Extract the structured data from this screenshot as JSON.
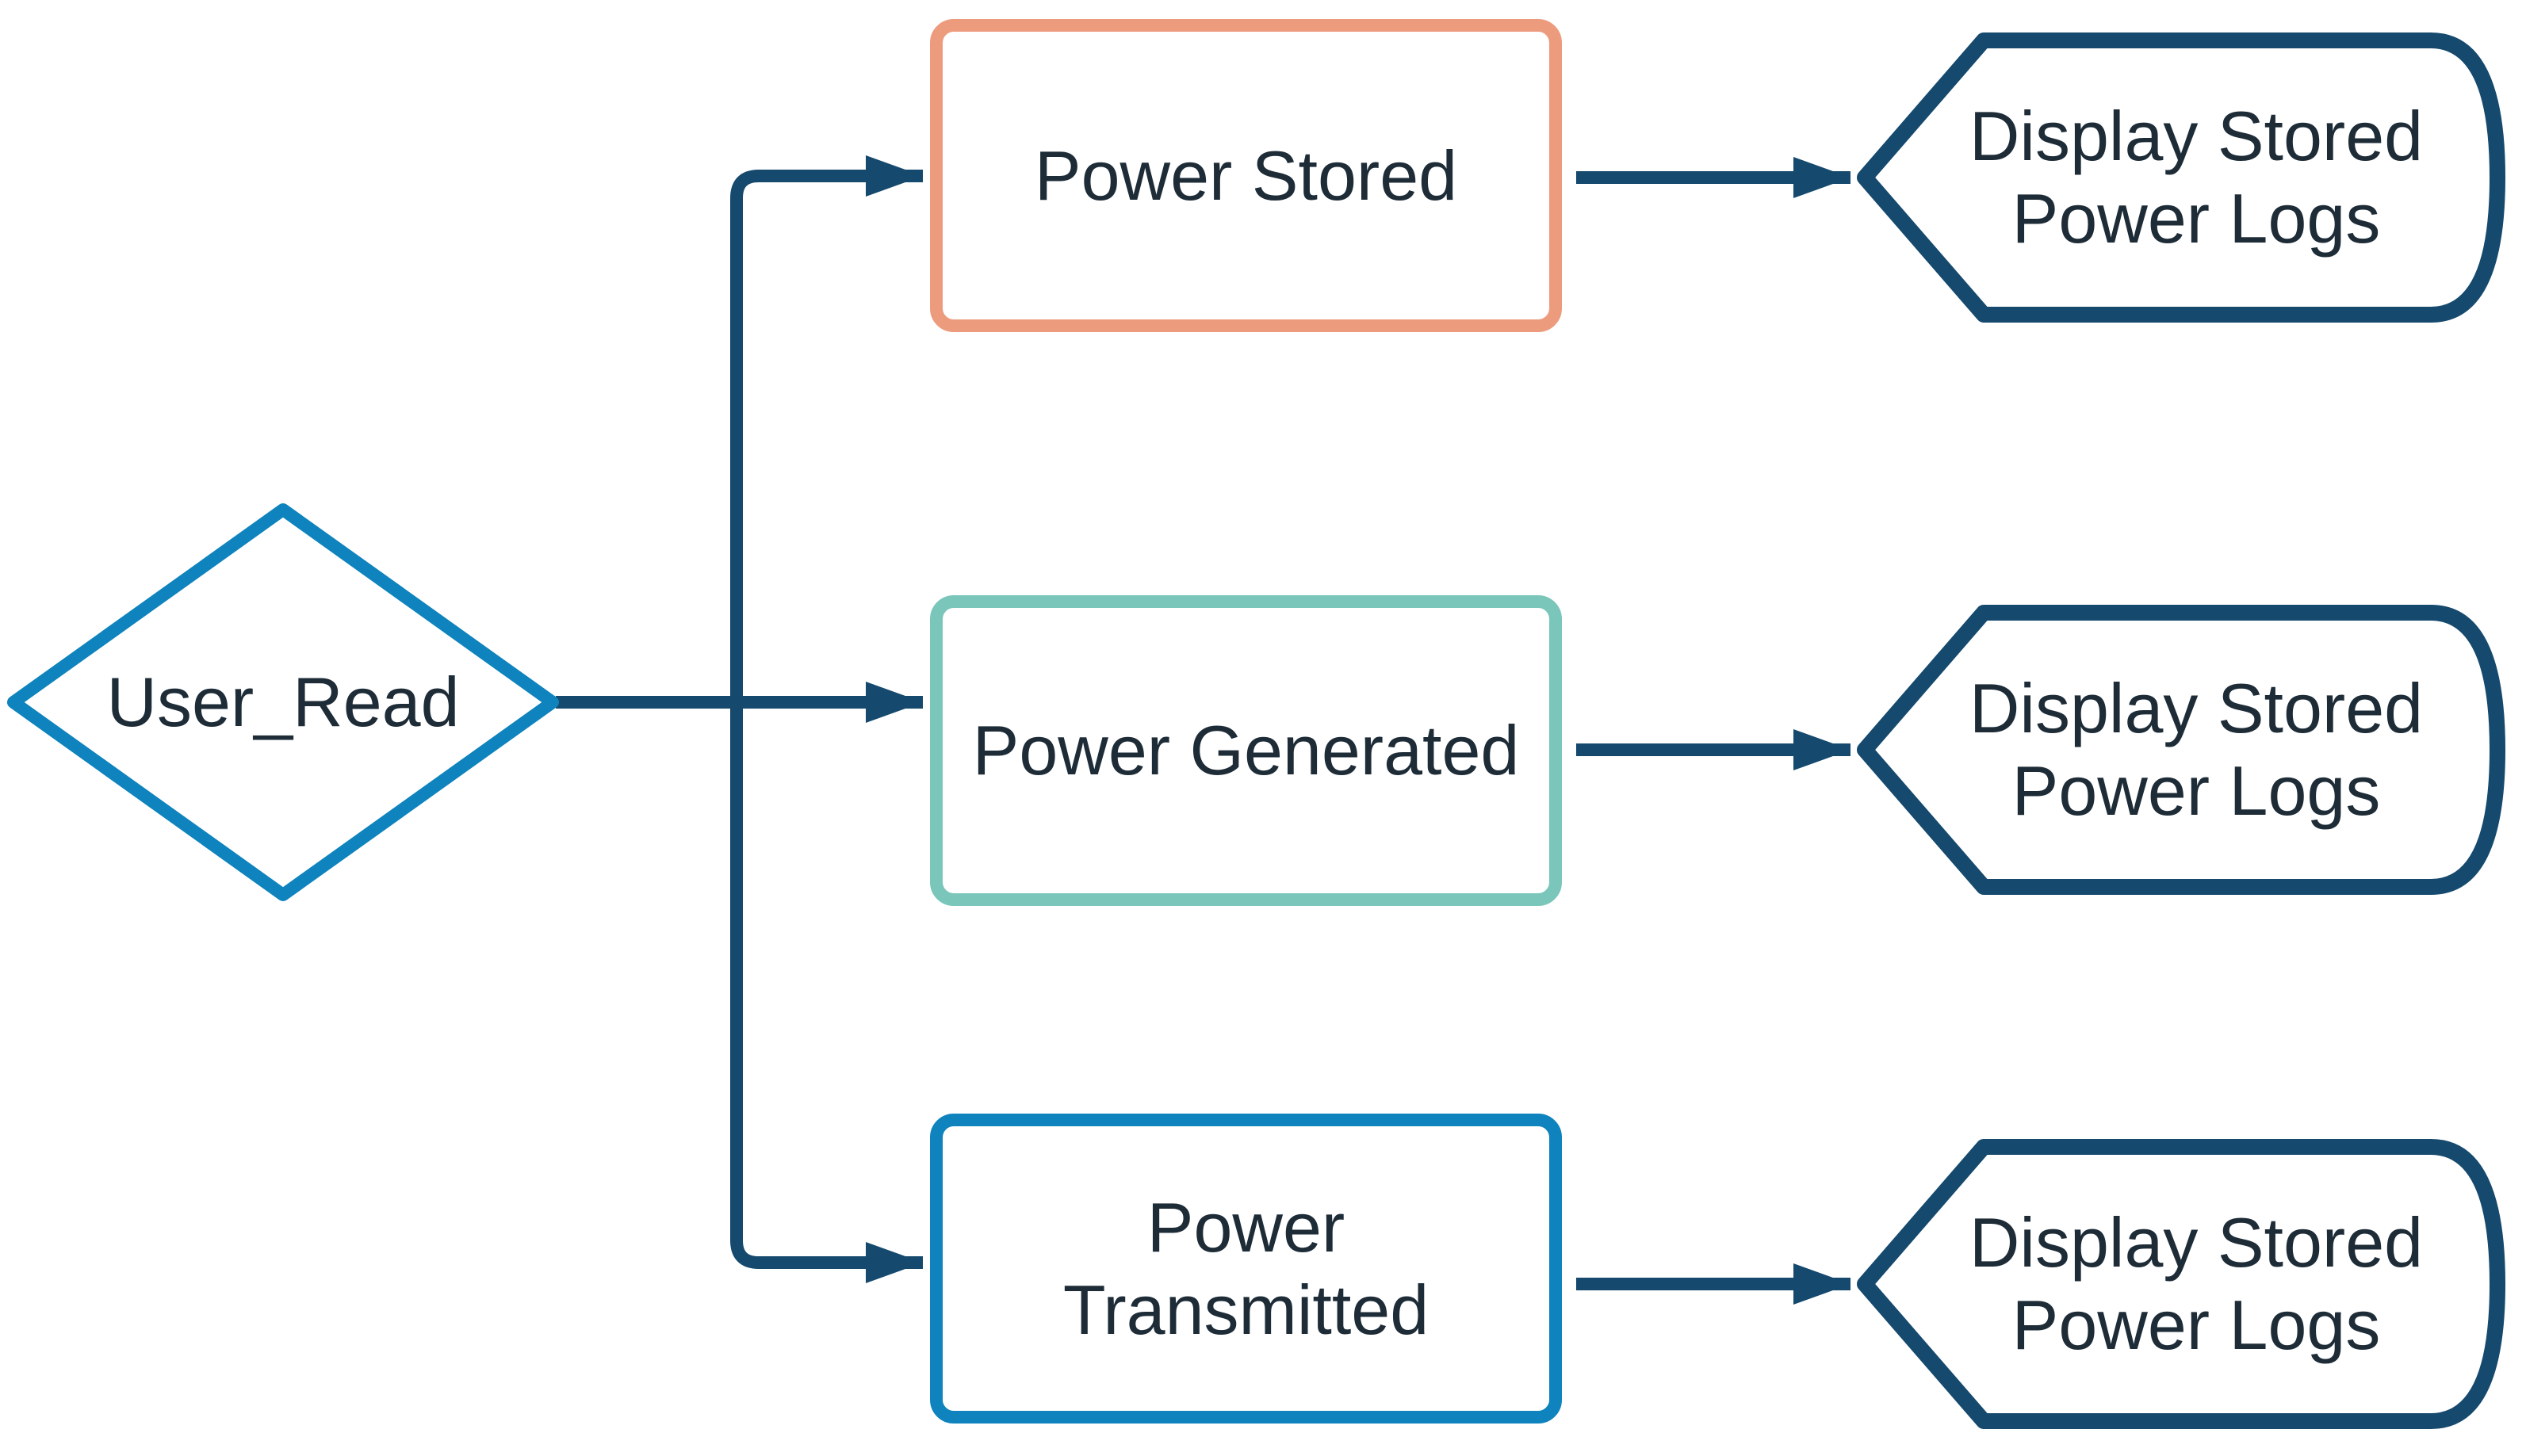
{
  "diagram": {
    "type": "flowchart",
    "background": "#ffffff",
    "colors": {
      "connector": "#15496d",
      "decision_border": "#0e83bd",
      "stored_border": "#ed9b7d",
      "generated_border": "#7ac6bb",
      "transmitted_border": "#0e83bd",
      "display_border": "#15496d",
      "text": "#1e2c37"
    },
    "nodes": {
      "decision": {
        "label": "User_Read",
        "shape": "diamond"
      },
      "stored": {
        "label": "Power Stored",
        "shape": "process"
      },
      "generated": {
        "label": "Power Generated",
        "shape": "process"
      },
      "transmitted": {
        "label": "Power Transmitted",
        "shape": "process"
      },
      "display_stored": {
        "label": "Display Stored Power Logs",
        "shape": "display"
      },
      "display_generated": {
        "label": "Display Stored Power Logs",
        "shape": "display"
      },
      "display_transmitted": {
        "label": "Display Stored Power Logs",
        "shape": "display"
      }
    },
    "edges": [
      {
        "from": "decision",
        "to": "stored"
      },
      {
        "from": "decision",
        "to": "generated"
      },
      {
        "from": "decision",
        "to": "transmitted"
      },
      {
        "from": "stored",
        "to": "display_stored"
      },
      {
        "from": "generated",
        "to": "display_generated"
      },
      {
        "from": "transmitted",
        "to": "display_transmitted"
      }
    ]
  }
}
